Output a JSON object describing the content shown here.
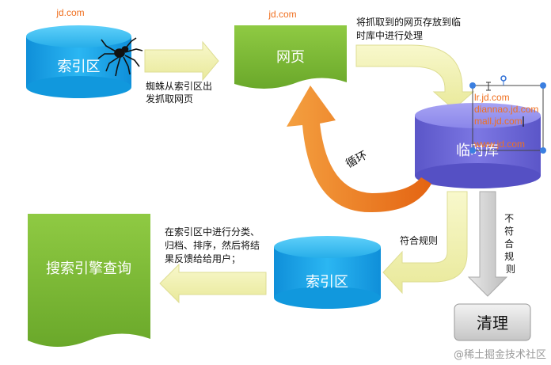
{
  "watermarks": {
    "top_left": "jd.com",
    "top_center": "jd.com",
    "box_lines": [
      "lr.jd.com",
      "diannao.jd.com",
      "mall.jd.com",
      "www.jd.com"
    ]
  },
  "nodes": {
    "index_top": "索引区",
    "webpage": "网页",
    "temp_db": "临时库",
    "index_bottom": "索引区",
    "search_query": "搜索引擎查询",
    "cleanup": "清理"
  },
  "captions": {
    "spider": [
      "蜘蛛从索引区出",
      "发抓取网页"
    ],
    "store": [
      "将抓取到的网页存放到临",
      "时库中进行处理"
    ],
    "loop": "循环",
    "match_rule": "符合规则",
    "no_match": [
      "不",
      "符",
      "合",
      "规",
      "则"
    ],
    "classify": [
      "在索引区中进行分类、",
      "归档、排序，然后将结",
      "果反馈给给用户；"
    ]
  },
  "footer": "@稀土掘金技术社区",
  "colors": {
    "blue_db": "#1ea4e6",
    "green_doc": "#7ab631",
    "purple_db": "#6f6ad9",
    "arrow_yellow": "#f3f3b4",
    "arrow_orange": "#f07a1d",
    "arrow_gray": "#d6d6d6"
  }
}
